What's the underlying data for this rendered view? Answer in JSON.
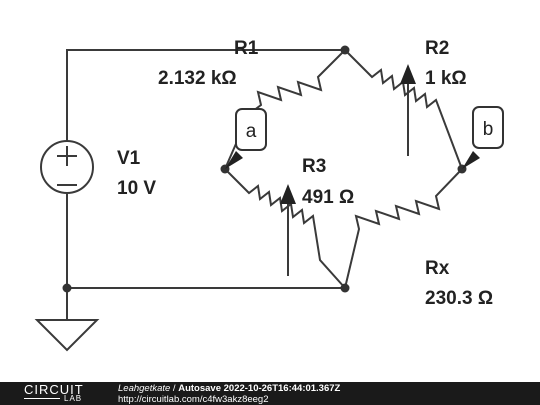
{
  "components": {
    "v1": {
      "name": "V1",
      "value": "10 V"
    },
    "r1": {
      "name": "R1",
      "value": "2.132 kΩ"
    },
    "r2": {
      "name": "R2",
      "value": "1 kΩ"
    },
    "r3": {
      "name": "R3",
      "value": "491 Ω"
    },
    "rx": {
      "name": "Rx",
      "value": "230.3 Ω"
    }
  },
  "probes": {
    "a": "a",
    "b": "b"
  },
  "footer": {
    "logo_top": "CIRCUIT",
    "logo_bottom": "LAB",
    "author": "Leahgetkate",
    "separator": " / ",
    "autosave": "Autosave 2022-10-26T16:44:01.367Z",
    "url": "http://circuitlab.com/c4fw3akz8eeg2"
  }
}
